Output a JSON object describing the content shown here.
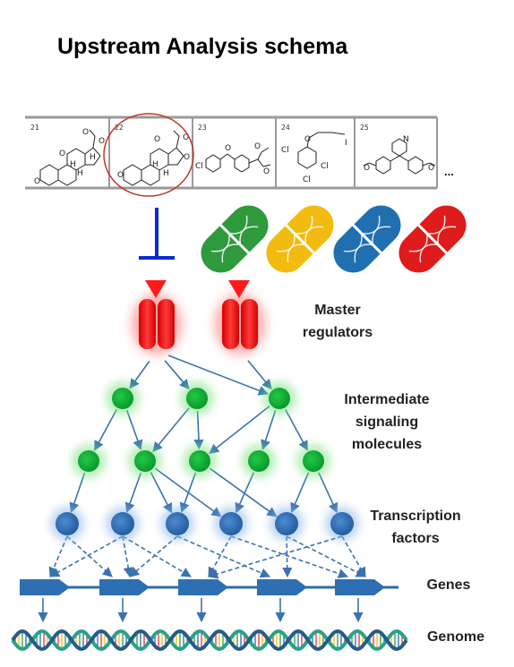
{
  "title": "Upstream Analysis schema",
  "compounds": [
    {
      "number": "21",
      "atoms": [
        "O",
        "O",
        "O",
        "H",
        "H",
        "H",
        "O"
      ]
    },
    {
      "number": "22",
      "atoms": [
        "O",
        "O",
        "O",
        "H",
        "H",
        "O"
      ]
    },
    {
      "number": "23",
      "atoms": [
        "O",
        "O",
        "Cl",
        "O"
      ]
    },
    {
      "number": "24",
      "atoms": [
        "O",
        "I",
        "Cl",
        "Cl",
        "Cl"
      ]
    },
    {
      "number": "25",
      "atoms": [
        "N",
        "O",
        "O"
      ]
    }
  ],
  "more_text": "...",
  "capsule_colors": [
    "#2e9a3c",
    "#f3bb0f",
    "#1f6fb1",
    "#e01b1b"
  ],
  "labels": {
    "master": [
      "Master",
      "regulators"
    ],
    "intermediate": [
      "Intermediate",
      "signaling",
      "molecules"
    ],
    "transcription": [
      "Transcription",
      "factors"
    ],
    "genes": "Genes",
    "genome": "Genome"
  },
  "colors": {
    "master_regulator": "#ff1a1a",
    "signaling_node": "#10a831",
    "transcription_node": "#2e6fb8",
    "arrow": "#3a73b0",
    "inhibitor": "#0b2bd0",
    "highlight_circle": "#c0392b"
  }
}
